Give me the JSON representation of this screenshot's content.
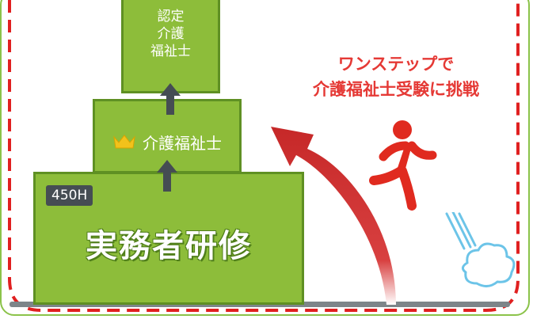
{
  "steps": {
    "top": {
      "lines": [
        "認定",
        "介護",
        "福祉士"
      ]
    },
    "middle": {
      "label": "介護福祉士"
    },
    "bottom": {
      "label": "実務者研修",
      "hours_badge": "450H"
    }
  },
  "headline": {
    "line1": "ワンステップで",
    "line2": "介護福祉士受験に挑戦"
  },
  "colors": {
    "block_fill": "#8dbd3a",
    "block_border": "#5f9023",
    "accent_red": "#e53935",
    "arrow_gray": "#454d53",
    "frame_green": "#8bc34a"
  },
  "icons": [
    "crown-icon",
    "up-arrow-icon",
    "curved-arrow-icon",
    "running-person-icon",
    "dust-cloud-icon"
  ]
}
